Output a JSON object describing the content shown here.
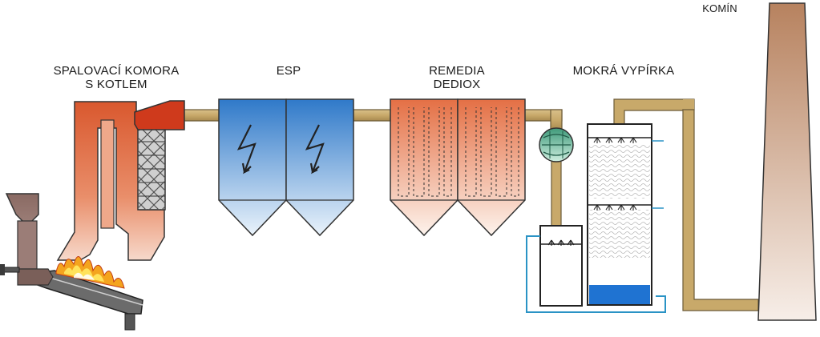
{
  "labels": {
    "chamber_line1": "SPALOVACÍ KOMORA",
    "chamber_line2": "S KOTLEM",
    "esp": "ESP",
    "remedia_line1": "REMEDIA",
    "remedia_line2": "DEDIOX",
    "scrubber": "MOKRÁ VYPÍRKA",
    "stack": "KOMÍN"
  },
  "colors": {
    "duct": "#c8a96a",
    "duct_edge": "#6b5a37",
    "chamber": "#d9582e",
    "esp_top": "#2f79c9",
    "esp_bottom": "#eaf3fb",
    "filter_top": "#e46f44",
    "filter_bottom": "#fdf3ec",
    "stack_top": "#b7825f",
    "stack_bottom": "#f7eee8",
    "water": "#1f73d2",
    "water_line": "#2a93c5",
    "hopper": "#8a6a63"
  },
  "icons": [
    "lightning-icon",
    "fan-icon",
    "flame-icon"
  ]
}
